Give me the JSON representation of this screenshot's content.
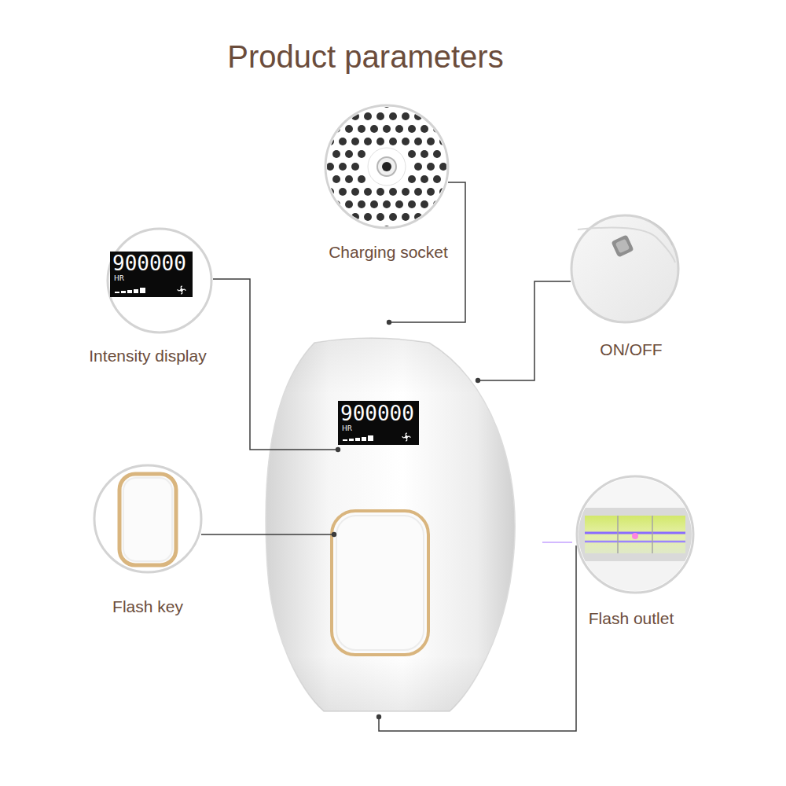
{
  "diagram": {
    "title": "Product parameters",
    "nodes": [
      {
        "text": [
          "Charging socket"
        ]
      },
      {
        "text": [
          "900000",
          "HR",
          "Intensity display"
        ]
      },
      {
        "text": [
          "ON/OFF"
        ]
      },
      {
        "text": [
          "Flash key"
        ]
      },
      {
        "text": [
          "Flash outlet"
        ]
      }
    ],
    "labels": [
      "900000",
      "HR"
    ]
  }
}
